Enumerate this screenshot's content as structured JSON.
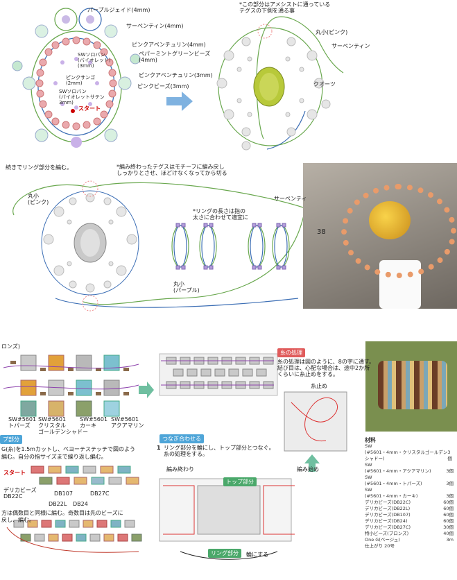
{
  "top_left_labels": {
    "purple_jade": "パープルジェイド(4mm)",
    "serpentine": "サーペンティン(4mm)",
    "pink_aventurine_4": "ピンクアベンチュリン(4mm)",
    "sw_soroban_violet": "SWソロバン\n(バイオレット)\n(3mm)",
    "peppermint": "ペパーミントグリーンビーズ\n(4mm)",
    "pink_coral": "ピンクサンゴ\n(2mm)",
    "pink_aventurine_3": "ピンクアベンチュリン(3mm)",
    "pink_beads": "ピンクビーズ(3mm)",
    "sw_soroban_violet_satin": "SWソロバン\n(バイオレットサテン\n3mm)",
    "start": "スタート"
  },
  "top_right_labels": {
    "note": "*この部分はアメシストに通っている\nテグスの下側を通る事",
    "maru_pink": "丸小(ピンク)",
    "serpentine": "サーペンティン",
    "quartz": "クオーツ"
  },
  "middle_labels": {
    "step": "続きでリング部分を編む。",
    "note1": "*編み終わったテグスはモチーフに編み戻し\nしっかりとさせ、ほどけなくなってから切る",
    "maru_pink": "丸小\n(ピンク)",
    "serpentine": "サーペンティ",
    "note2": "*リングの長さは指の\n太さに合わせて適宜に",
    "maru_purple": "丸小\n(パープル)"
  },
  "photo_number": "38",
  "bottom_left": {
    "brand": "ロンズ)",
    "top_part": "プ部分",
    "labels": [
      {
        "name": "SW#5601\nトパーズ"
      },
      {
        "name": "SW#5601\nクリスタル\nゴールデンシャドー"
      },
      {
        "name": "SW#5601\nカーキ"
      },
      {
        "name": "SW#5601\nアクアマリン"
      }
    ],
    "desc1": "G(糸)を1.5mカットし、ペヨーテステッチで図のよう",
    "desc2": "編む。自分の指サイズまで繰り返し編む。",
    "start": "スタート",
    "delica": "デリカビーズ\nDB22C",
    "db107": "DB107",
    "db27c": "DB27C",
    "db22l": "DB22L",
    "db24": "DB24",
    "desc3": "方は偶数目と同様に編む。奇数目は先のビーズに",
    "desc4": "戻し、編む。"
  },
  "bottom_middle": {
    "connect_title": "つなぎ合わせる",
    "step1": "1",
    "step1_text": "リング部分を輪にし、トップ部分とつなぐ。\n糸の処理をする。",
    "end_knit": "編み終わり",
    "start_knit": "編み始め",
    "top_bar": "トップ部分",
    "ring_bar": "リング部分",
    "make_ring": "輪にする"
  },
  "bottom_right": {
    "thread_title": "糸の処理",
    "thread_text": "糸の処理は図のように、8の字に通す。\n結び目は、心配な場合は、途中2か所\nくらいに糸止めをする。",
    "thread_stop": "糸止め"
  },
  "materials": {
    "title": "材料",
    "rows": [
      {
        "name": "SW",
        "qty": ""
      },
      {
        "name": "(#5601・4mm・クリスタルゴールデンシャドー)",
        "qty": "3個"
      },
      {
        "name": "SW",
        "qty": ""
      },
      {
        "name": "(#5601・4mm・アクアマリン)",
        "qty": "3個"
      },
      {
        "name": "SW",
        "qty": ""
      },
      {
        "name": "(#5601・4mm・トパーズ)",
        "qty": "3個"
      },
      {
        "name": "SW",
        "qty": ""
      },
      {
        "name": "(#5601・4mm・カーキ)",
        "qty": "3個"
      },
      {
        "name": "デリカビーズ(DB22C)",
        "qty": "60個"
      },
      {
        "name": "デリカビーズ(DB22L)",
        "qty": "60個"
      },
      {
        "name": "デリカビーズ(DB107)",
        "qty": "60個"
      },
      {
        "name": "デリカビーズ(DB24)",
        "qty": "60個"
      },
      {
        "name": "デリカビーズ(DB27C)",
        "qty": "30個"
      },
      {
        "name": "特小ビーズ(ブロンズ)",
        "qty": "40個"
      },
      {
        "name": "One G(ベージュ)",
        "qty": "3m"
      },
      {
        "name": "仕上がり 20号",
        "qty": ""
      }
    ]
  },
  "colors": {
    "green_line": "#6aa84f",
    "blue_line": "#3d6fb5",
    "pink_bead": "#e8a0a8",
    "arrow": "#7fb2e0"
  }
}
